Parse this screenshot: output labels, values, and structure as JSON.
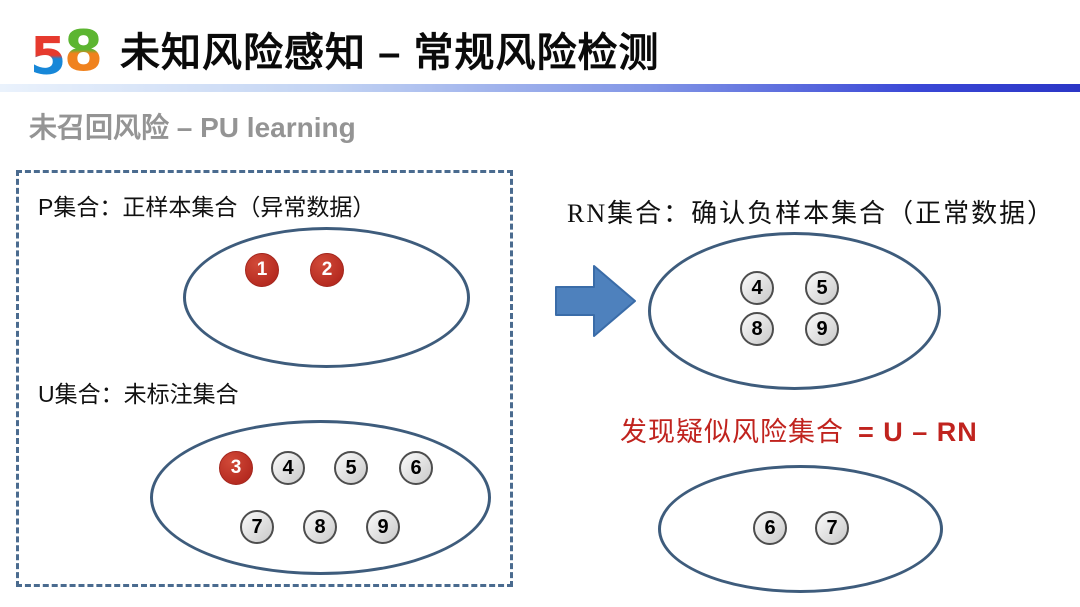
{
  "header": {
    "logo_5": "5",
    "logo_8": "8",
    "title": "未知风险感知 – 常规风险检测"
  },
  "subtitle": "未召回风险 – PU learning",
  "pu_box": {
    "p_label": "P集合：正样本集合（异常数据）",
    "u_label": "U集合：未标注集合",
    "p_items": [
      "1",
      "2"
    ],
    "u_row1": [
      "3",
      "4",
      "5",
      "6"
    ],
    "u_row2": [
      "7",
      "8",
      "9"
    ]
  },
  "rn_section": {
    "label": "RN集合：确认负样本集合（正常数据）",
    "row1": [
      "4",
      "5"
    ],
    "row2": [
      "8",
      "9"
    ]
  },
  "formula": {
    "text_cn": "发现疑似风险集合",
    "text_math": "= U – RN"
  },
  "suspect_section": {
    "items": [
      "6",
      "7"
    ]
  },
  "colors": {
    "arrow_blue": "#4E81BD",
    "arrow_border": "#3A6CA8",
    "ellipse_stroke": "#3E5C7C",
    "dashed_border": "#4A6B8F",
    "risk_node_red": "#B52A20",
    "formula_red": "#C0231E",
    "subtitle_gray": "#949494",
    "header_gradient_start": "#EAF2FC",
    "header_gradient_end": "#2B36C6",
    "logo_red": "#E63A2E",
    "logo_blue": "#1787D8",
    "logo_green": "#5CB531",
    "logo_orange": "#F0821E"
  }
}
